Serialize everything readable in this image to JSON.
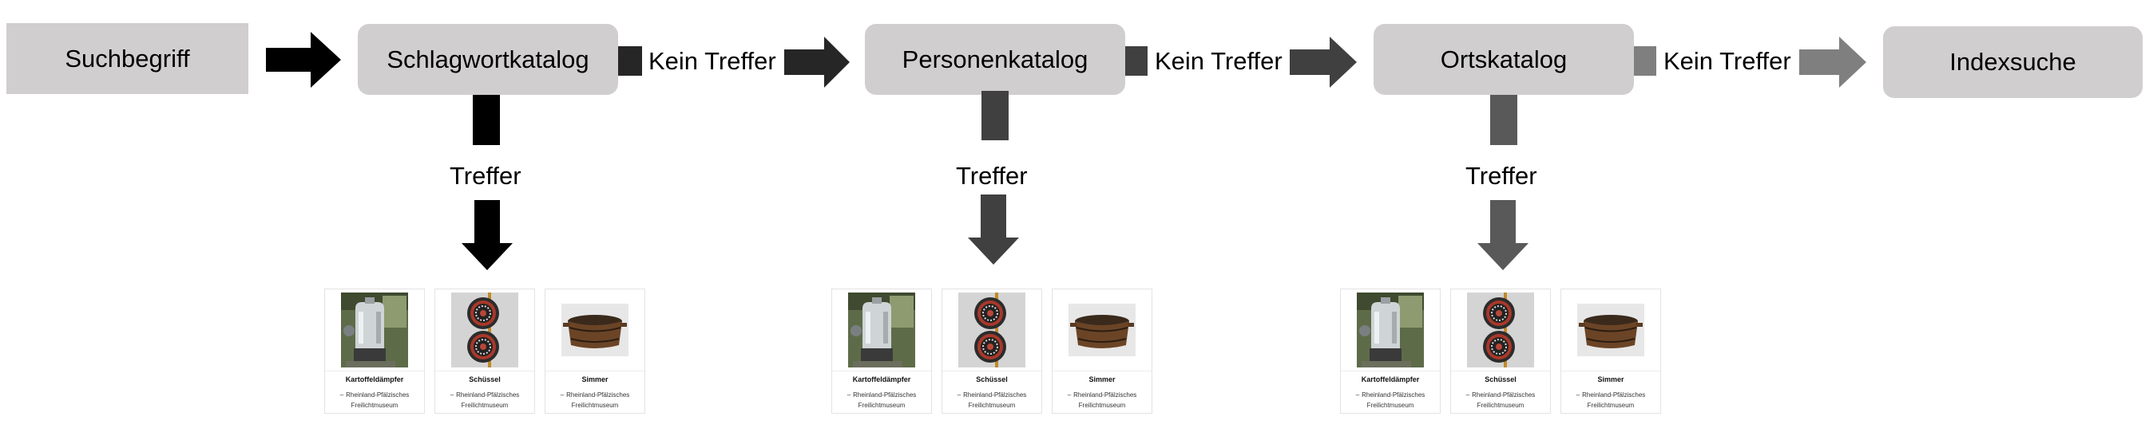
{
  "boxes": {
    "suchbegriff": "Suchbegriff",
    "schlagwortkatalog": "Schlagwortkatalog",
    "personenkatalog": "Personenkatalog",
    "ortskatalog": "Ortskatalog",
    "indexsuche": "Indexsuche"
  },
  "labels": {
    "kein_treffer_1": "Kein Treffer",
    "kein_treffer_2": "Kein Treffer",
    "kein_treffer_3": "Kein Treffer",
    "treffer_1": "Treffer",
    "treffer_2": "Treffer",
    "treffer_3": "Treffer"
  },
  "colors": {
    "box_fill": "#d0cece",
    "arrow_stage_1": "#000000",
    "arrow_stage_2": "#262626",
    "arrow_stage_3": "#404040",
    "arrow_stage_4": "#7f7f7f"
  },
  "results": [
    {
      "cards": [
        {
          "title": "Kartoffeldämpfer",
          "dash": "–",
          "museum_line1": "Rheinland-Pfälzisches",
          "museum_line2": "Freilichtmuseum",
          "icon": "steamer-icon"
        },
        {
          "title": "Schüssel",
          "dash": "–",
          "museum_line1": "Rheinland-Pfälzisches",
          "museum_line2": "Freilichtmuseum",
          "icon": "bowl-icon"
        },
        {
          "title": "Simmer",
          "dash": "–",
          "museum_line1": "Rheinland-Pfälzisches",
          "museum_line2": "Freilichtmuseum",
          "icon": "tub-icon"
        }
      ]
    },
    {
      "cards": [
        {
          "title": "Kartoffeldämpfer",
          "dash": "–",
          "museum_line1": "Rheinland-Pfälzisches",
          "museum_line2": "Freilichtmuseum",
          "icon": "steamer-icon"
        },
        {
          "title": "Schüssel",
          "dash": "–",
          "museum_line1": "Rheinland-Pfälzisches",
          "museum_line2": "Freilichtmuseum",
          "icon": "bowl-icon"
        },
        {
          "title": "Simmer",
          "dash": "–",
          "museum_line1": "Rheinland-Pfälzisches",
          "museum_line2": "Freilichtmuseum",
          "icon": "tub-icon"
        }
      ]
    },
    {
      "cards": [
        {
          "title": "Kartoffeldämpfer",
          "dash": "–",
          "museum_line1": "Rheinland-Pfälzisches",
          "museum_line2": "Freilichtmuseum",
          "icon": "steamer-icon"
        },
        {
          "title": "Schüssel",
          "dash": "–",
          "museum_line1": "Rheinland-Pfälzisches",
          "museum_line2": "Freilichtmuseum",
          "icon": "bowl-icon"
        },
        {
          "title": "Simmer",
          "dash": "–",
          "museum_line1": "Rheinland-Pfälzisches",
          "museum_line2": "Freilichtmuseum",
          "icon": "tub-icon"
        }
      ]
    }
  ]
}
